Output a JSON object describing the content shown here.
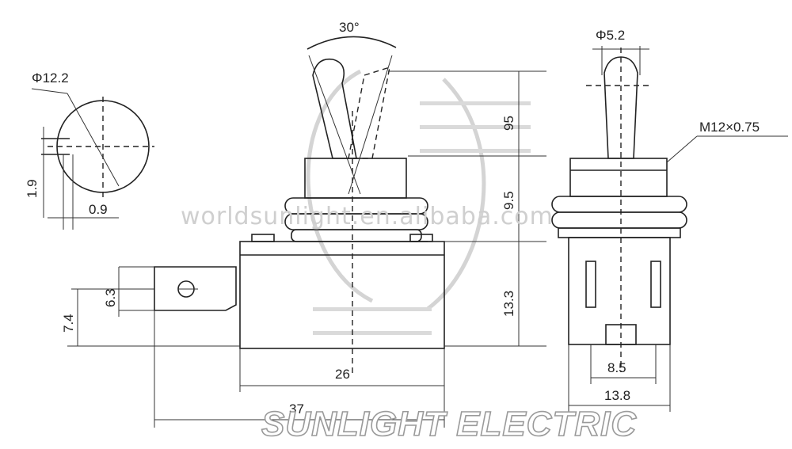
{
  "dimensions": {
    "top_angle": "30°",
    "head_diameter": "Φ12.2",
    "terminal_width": "1.9",
    "terminal_offset": "0.9",
    "tab_height": "6.3",
    "tab_offset": "7.4",
    "lever_height": "95",
    "bushing_height": "9.5",
    "body_height": "13.3",
    "body_length": "26",
    "overall_length": "37",
    "lever_diameter": "Φ5.2",
    "thread": "M12×0.75",
    "terminal_spacing": "8.5",
    "body_width": "13.8"
  },
  "watermark": {
    "url": "worldsunlight.en.alibaba.com",
    "brand": "SUNLIGHT ELECTRIC"
  },
  "colors": {
    "line": "#222222",
    "watermark": "#cfcfcf"
  }
}
